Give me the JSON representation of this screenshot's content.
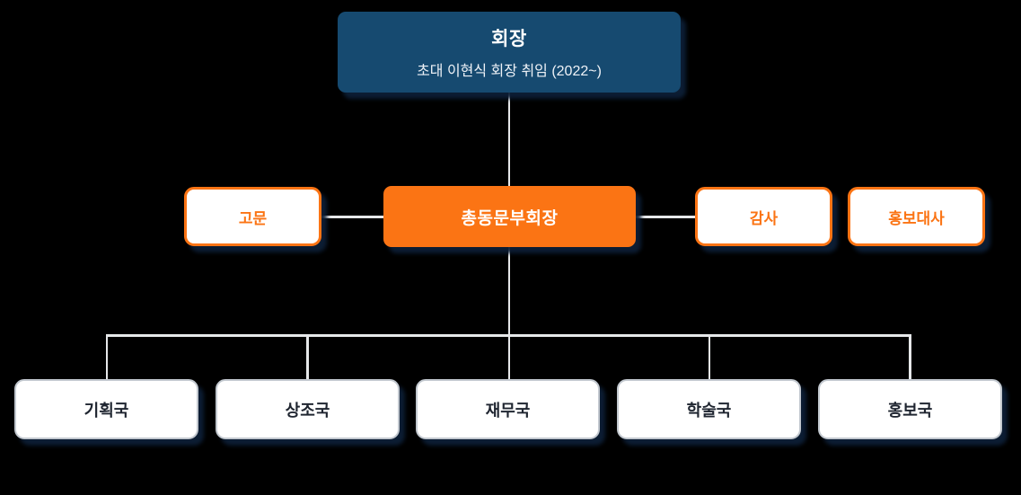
{
  "colors": {
    "background": "#000000",
    "navy": "#164a70",
    "orange": "#fb7414",
    "line": "#e6e8ea",
    "department_text": "#1f2530",
    "shadow": "#0d1f36"
  },
  "org": {
    "chairman": {
      "title": "회장",
      "subtitle": "초대 이현식 회장 취임 (2022~)"
    },
    "vice_chairman": {
      "label": "총동문부회장"
    },
    "advisor": {
      "label": "고문"
    },
    "auditor": {
      "label": "감사"
    },
    "ambassador": {
      "label": "홍보대사"
    },
    "departments": [
      {
        "label": "기획국"
      },
      {
        "label": "상조국"
      },
      {
        "label": "재무국"
      },
      {
        "label": "학술국"
      },
      {
        "label": "홍보국"
      }
    ]
  }
}
